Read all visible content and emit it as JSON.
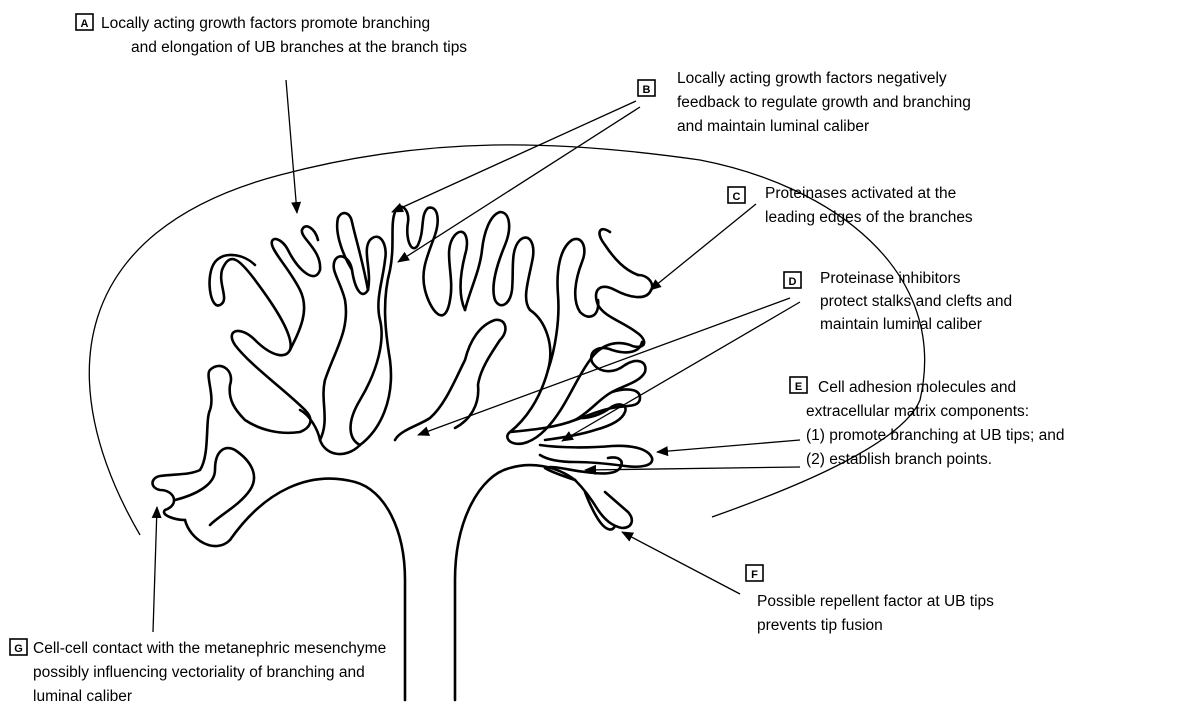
{
  "annotations": [
    {
      "id": "a",
      "letter": "A",
      "lines": [
        "Locally acting growth factors promote branching",
        "and elongation of UB branches at the branch tips"
      ]
    },
    {
      "id": "b",
      "letter": "B",
      "lines": [
        "Locally acting growth factors negatively",
        "feedback to regulate growth and branching",
        "and maintain luminal caliber"
      ]
    },
    {
      "id": "c",
      "letter": "C",
      "lines": [
        "Proteinases activated at the",
        "leading edges of the branches"
      ]
    },
    {
      "id": "d",
      "letter": "D",
      "lines": [
        "Proteinase inhibitors",
        "protect stalks and clefts and",
        "maintain luminal caliber"
      ]
    },
    {
      "id": "e",
      "letter": "E",
      "lines": [
        "Cell adhesion molecules and",
        "extracellular matrix components:",
        "(1) promote branching at UB tips; and",
        "(2) establish branch points."
      ]
    },
    {
      "id": "f",
      "letter": "F",
      "lines": [
        "Possible repellent factor at UB tips",
        "prevents tip fusion"
      ]
    },
    {
      "id": "g",
      "letter": "G",
      "lines": [
        "Cell-cell contact with the metanephric mesenchyme",
        "possibly influencing vectoriality of branching and",
        "luminal caliber"
      ]
    }
  ]
}
